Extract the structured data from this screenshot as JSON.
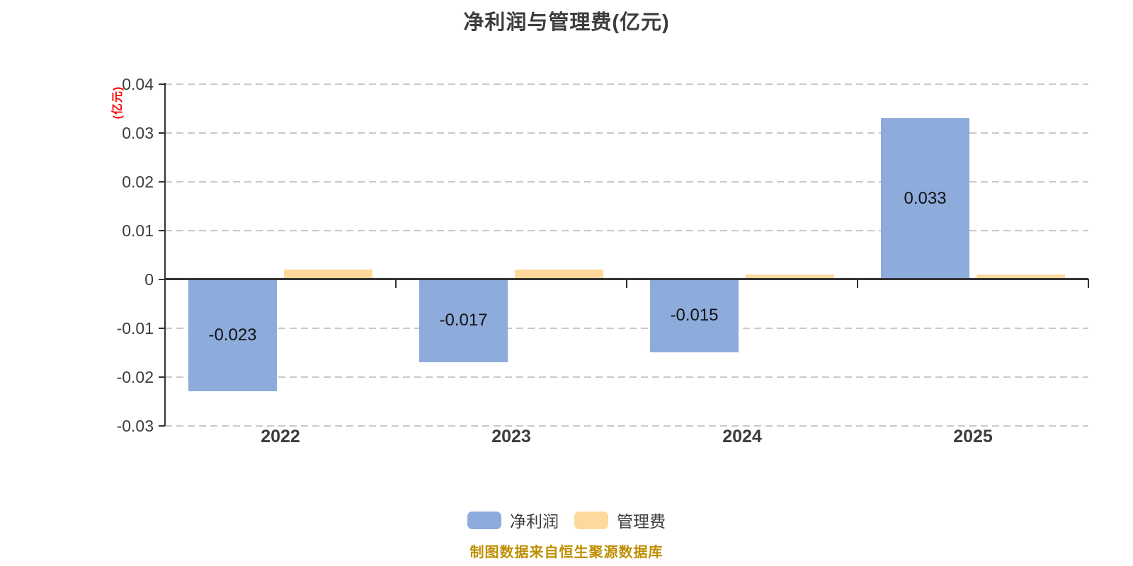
{
  "title": "净利润与管理费(亿元)",
  "y_axis_unit": "(亿元)",
  "footnote": "制图数据来自恒生聚源数据库",
  "colors": {
    "net_profit_bar": "#8dabdb",
    "management_fee_bar": "#fed99b",
    "axis": "#333333",
    "gridline": "#c9c9c9",
    "title_text": "#3c3c3c",
    "unit_text": "#ff0000",
    "footnote_text": "#bf8f00"
  },
  "legend": {
    "items": [
      {
        "label": "净利润",
        "color": "#8dabdb"
      },
      {
        "label": "管理费",
        "color": "#fed99b"
      }
    ]
  },
  "chart_data": {
    "type": "bar",
    "title": "净利润与管理费(亿元)",
    "ylabel": "(亿元)",
    "categories": [
      "2022",
      "2023",
      "2024",
      "2025"
    ],
    "series": [
      {
        "name": "净利润",
        "color": "#8dabdb",
        "values": [
          -0.023,
          -0.017,
          -0.015,
          0.033
        ],
        "labels": [
          "-0.023",
          "-0.017",
          "-0.015",
          "0.033"
        ]
      },
      {
        "name": "管理费",
        "color": "#fed99b",
        "values": [
          0.002,
          0.002,
          0.001,
          0.001
        ],
        "labels": [
          null,
          null,
          null,
          null
        ]
      }
    ],
    "ylim": [
      -0.03,
      0.04
    ],
    "ytick_step": 0.01,
    "yticks": [
      "0.04",
      "0.03",
      "0.02",
      "0.01",
      "0",
      "-0.01",
      "-0.02",
      "-0.03"
    ],
    "grid": "horizontal-dashed",
    "legend_position": "bottom"
  }
}
